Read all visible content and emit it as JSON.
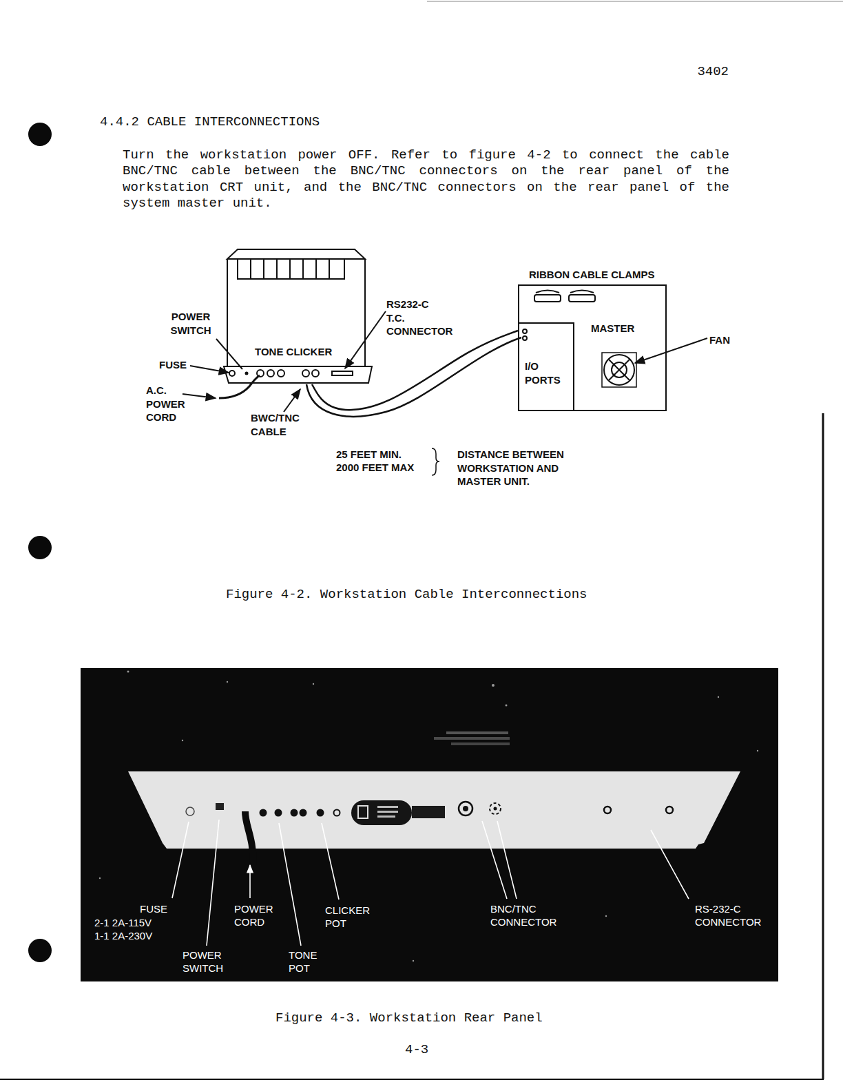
{
  "diagram": {
    "title": "4.4.2 CABLE INTERCONNECTIONS",
    "caption": "Figure 4-2. Workstation Cable Interconnections",
    "nodes": [
      {
        "text": [
          "TONE CLICKER"
        ]
      },
      {
        "text": [
          "RIBBON CABLE CLAMPS",
          "MASTER"
        ]
      },
      {
        "text": [
          "I/O PORTS"
        ],
        "in": 1
      }
    ],
    "edges": [
      {
        "from": 0,
        "to": 2,
        "arrow": "none"
      }
    ],
    "labels": [
      "3402",
      "Turn the workstation power OFF. Refer to figure 4-2 to connect the cable BNC/TNC cable between the BNC/TNC connectors on the rear panel of the workstation CRT unit, and the BNC/TNC connectors on the rear panel of the system master unit.",
      "POWER SWITCH",
      "FUSE",
      "A.C. POWER CORD",
      "BWC/TNC CABLE",
      "RS232-C T.C. CONNECTOR",
      "FAN",
      "25 FEET MIN.",
      "2000 FEET MAX",
      "DISTANCE BETWEEN WORKSTATION AND MASTER UNIT.",
      "Figure 4-3. Workstation Rear Panel",
      "4-3",
      "FUSE",
      "2-1 2A-115V",
      "1-1 2A-230V",
      "POWER CORD",
      "POWER SWITCH",
      "CLICKER POT",
      "TONE POT",
      "BNC/TNC CONNECTOR",
      "RS-232-C CONNECTOR"
    ]
  }
}
